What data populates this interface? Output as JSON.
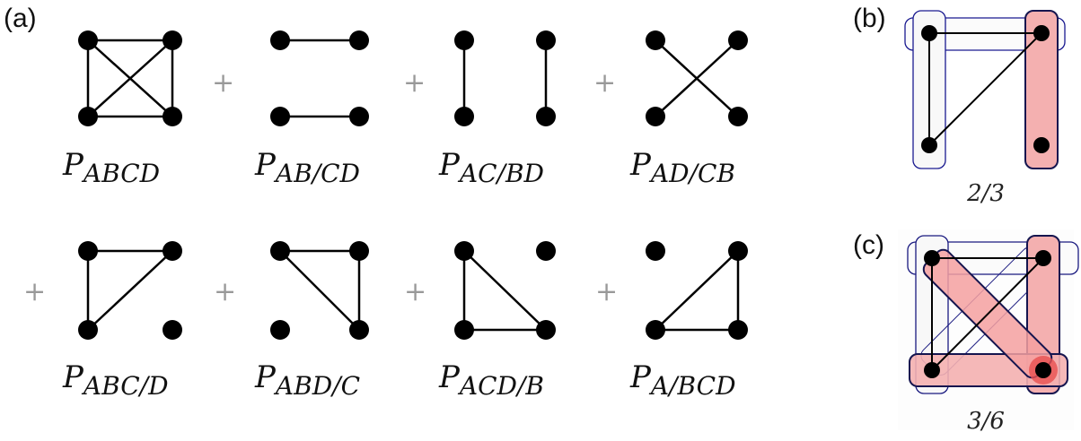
{
  "panels": {
    "a": "(a)",
    "b": "(b)",
    "c": "(c)"
  },
  "plus": "+",
  "graphs": [
    {
      "P": "P",
      "sub": "ABCD",
      "edges": [
        "AB",
        "AC",
        "AD",
        "BC",
        "BD",
        "CD"
      ]
    },
    {
      "P": "P",
      "sub": "AB/CD",
      "edges": [
        "AB",
        "CD"
      ]
    },
    {
      "P": "P",
      "sub": "AC/BD",
      "edges": [
        "AC",
        "BD"
      ]
    },
    {
      "P": "P",
      "sub": "AD/CB",
      "edges": [
        "AD",
        "BC"
      ]
    },
    {
      "P": "P",
      "sub": "ABC/D",
      "edges": [
        "AB",
        "AC",
        "BC"
      ]
    },
    {
      "P": "P",
      "sub": "ABD/C",
      "edges": [
        "AB",
        "BD",
        "AD"
      ]
    },
    {
      "P": "P",
      "sub": "ACD/B",
      "edges": [
        "AC",
        "CD",
        "AD"
      ]
    },
    {
      "P": "P",
      "sub": "A/BCD",
      "edges": [
        "BD",
        "CD",
        "BC"
      ]
    }
  ],
  "panel_b": {
    "fraction": "2/3",
    "edges": [
      "AB",
      "AC",
      "BC"
    ]
  },
  "panel_c": {
    "fraction": "3/6",
    "edges": [
      "AB",
      "AC",
      "BC"
    ]
  },
  "colors": {
    "node": "#000000",
    "outline": "#1a1a80",
    "highlight": "#f08080"
  }
}
